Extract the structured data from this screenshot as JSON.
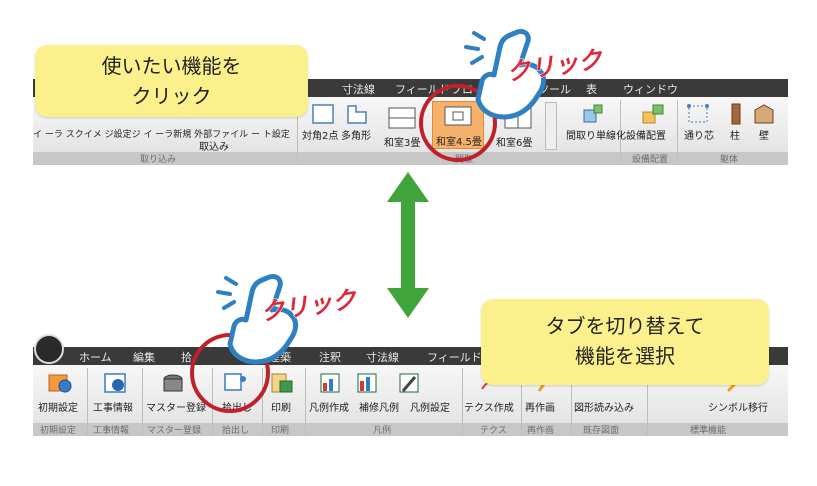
{
  "top_ribbon": {
    "tabs": [
      "寸法線",
      "フィールド",
      "プロ",
      "ツール",
      "表",
      "ウィンドウ"
    ],
    "row1_text": "イ ーラ スクイメ ジ設定ジ イ ーラ新規 外部ファイル ー ト設定",
    "buttons": [
      "対角2点",
      "多角形",
      "和室3畳",
      "和室4.5畳",
      "和室6畳",
      "間取り単線化",
      "設備配置",
      "通り芯",
      "柱",
      "壁"
    ],
    "sub_label": "取込み",
    "groups": [
      "取り込み",
      "間取",
      "設備配置",
      "躯体"
    ]
  },
  "bottom_ribbon": {
    "tabs": [
      "ホーム",
      "編集",
      "拾",
      "建築",
      "注釈",
      "寸法線",
      "フィールド"
    ],
    "buttons": [
      "初期設定",
      "工事情報",
      "マスター登録",
      "拾出し",
      "印刷",
      "凡例作成",
      "補修凡例",
      "凡例設定",
      "テクス作成",
      "再作画",
      "図形読み込み",
      "シンボル移行"
    ],
    "groups": [
      "初期設定",
      "工事情報",
      "マスター登録",
      "拾出し",
      "印刷",
      "凡例",
      "テクス",
      "再作画",
      "既存図面",
      "標準機能"
    ]
  },
  "callouts": {
    "top": [
      "使いたい機能を",
      "クリック"
    ],
    "bottom": [
      "タブを切り替えて",
      "機能を選択"
    ]
  },
  "click_labels": {
    "top": "クリック",
    "bottom": "クリック"
  },
  "colors": {
    "callout_bg": "#fbf08c",
    "highlight_ring": "#c0202a",
    "click_text": "#e0263a",
    "arrow": "#3fa43a",
    "selected_button": "#f6b26b"
  },
  "icons": [
    "hand-pointer-icon",
    "double-arrow-icon"
  ]
}
